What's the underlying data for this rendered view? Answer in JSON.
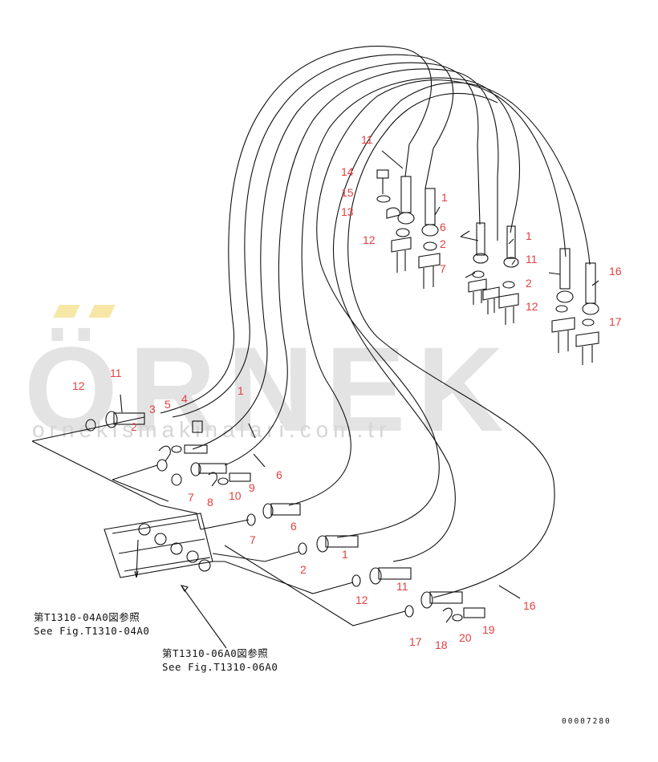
{
  "watermark": {
    "brand": "ÖRNEK",
    "url": "ornekismakinalari.com.tr"
  },
  "colors": {
    "callout": "#e04040",
    "line": "#111111",
    "watermark": "#e3e3e3",
    "accent": "#f6e7a7"
  },
  "callouts": [
    {
      "id": "c11a",
      "text": "11"
    },
    {
      "id": "c14",
      "text": "14"
    },
    {
      "id": "c15",
      "text": "15"
    },
    {
      "id": "c13",
      "text": "13"
    },
    {
      "id": "c12a",
      "text": "12"
    },
    {
      "id": "c1a",
      "text": "1"
    },
    {
      "id": "c6a",
      "text": "6"
    },
    {
      "id": "c2a",
      "text": "2"
    },
    {
      "id": "c7a",
      "text": "7"
    },
    {
      "id": "c1b",
      "text": "1"
    },
    {
      "id": "c11b",
      "text": "11"
    },
    {
      "id": "c2b",
      "text": "2"
    },
    {
      "id": "c16a",
      "text": "16"
    },
    {
      "id": "c12b",
      "text": "12"
    },
    {
      "id": "c17a",
      "text": "17"
    },
    {
      "id": "c11c",
      "text": "11"
    },
    {
      "id": "c12c",
      "text": "12"
    },
    {
      "id": "c3",
      "text": "3"
    },
    {
      "id": "c5",
      "text": "5"
    },
    {
      "id": "c4",
      "text": "4"
    },
    {
      "id": "c2c",
      "text": "2"
    },
    {
      "id": "c1c",
      "text": "1"
    },
    {
      "id": "c6b",
      "text": "6"
    },
    {
      "id": "c7b",
      "text": "7"
    },
    {
      "id": "c8",
      "text": "8"
    },
    {
      "id": "c10",
      "text": "10"
    },
    {
      "id": "c9",
      "text": "9"
    },
    {
      "id": "c6c",
      "text": "6"
    },
    {
      "id": "c7c",
      "text": "7"
    },
    {
      "id": "c1d",
      "text": "1"
    },
    {
      "id": "c2d",
      "text": "2"
    },
    {
      "id": "c11d",
      "text": "11"
    },
    {
      "id": "c12d",
      "text": "12"
    },
    {
      "id": "c16b",
      "text": "16"
    },
    {
      "id": "c17b",
      "text": "17"
    },
    {
      "id": "c18",
      "text": "18"
    },
    {
      "id": "c20",
      "text": "20"
    },
    {
      "id": "c19",
      "text": "19"
    }
  ],
  "references": {
    "fig04_jp": "第T1310-04A0図参照",
    "fig04_en": "See Fig.T1310-04A0",
    "fig06_jp": "第T1310-06A0図参照",
    "fig06_en": "See Fig.T1310-06A0"
  },
  "drawing_number": "00007280"
}
